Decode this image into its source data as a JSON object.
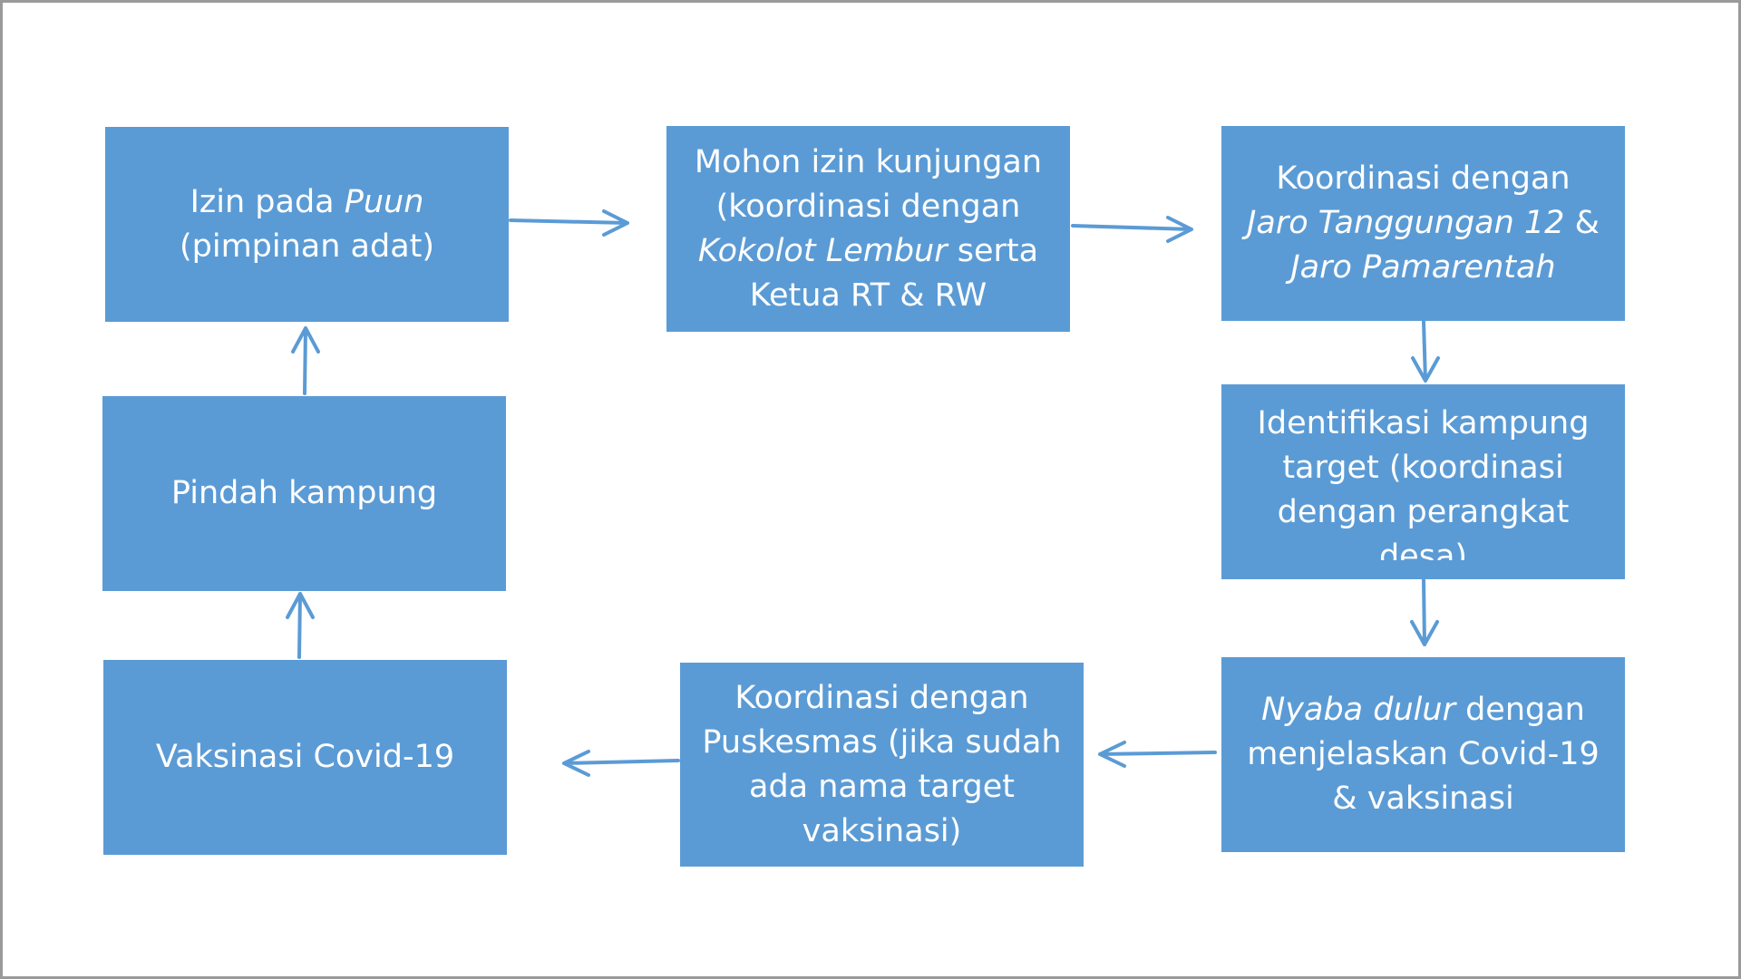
{
  "diagram": {
    "boxes": {
      "izin_puun": {
        "line1_a": "Izin pada ",
        "line1_b": "Puun",
        "line2": "(pimpinan adat)"
      },
      "mohon_izin": {
        "line1": "Mohon izin kunjungan",
        "line2": "(koordinasi dengan",
        "line3_a": "Kokolot Lembur",
        "line3_b": " serta",
        "line4": "Ketua RT & RW"
      },
      "koordinasi_jaro": {
        "line1": "Koordinasi dengan",
        "line2_a": "Jaro Tanggungan 12",
        "line2_b": " &",
        "line3": "Jaro Pamarentah"
      },
      "identifikasi": {
        "line1": "Identifikasi kampung",
        "line2": "target (koordinasi",
        "line3": "dengan perangkat",
        "line4": "desa)"
      },
      "nyaba_dulur": {
        "line1_a": "Nyaba dulur",
        "line1_b": " dengan",
        "line2": "menjelaskan Covid-19",
        "line3": "& vaksinasi"
      },
      "koordinasi_puskesmas": {
        "line1": "Koordinasi dengan",
        "line2": "Puskesmas (jika sudah",
        "line3": "ada nama target",
        "line4": "vaksinasi)"
      },
      "vaksinasi": {
        "line1": "Vaksinasi Covid-19"
      },
      "pindah_kampung": {
        "line1": "Pindah kampung"
      }
    },
    "colors": {
      "box_fill": "#5b9bd5",
      "box_text": "#ffffff",
      "arrow": "#5b9bd5",
      "frame": "#9a9a9a"
    }
  }
}
